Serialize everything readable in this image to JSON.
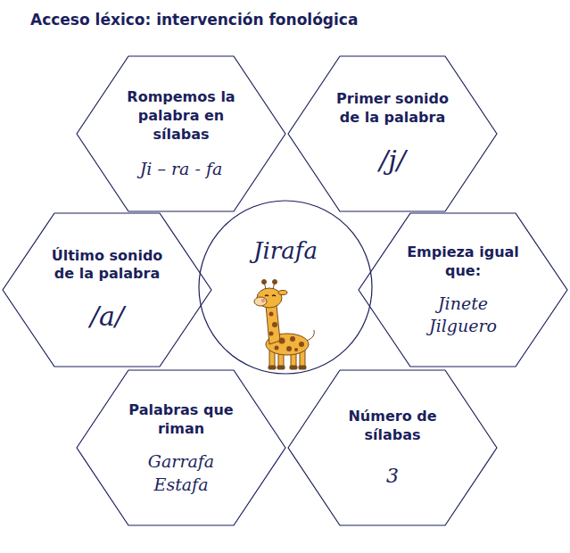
{
  "diagram": {
    "title": "Acceso léxico: intervención fonológica",
    "nodes": [
      {
        "text": [
          "Rompemos la palabra en sílabas",
          "Ji – ra - fa"
        ]
      },
      {
        "text": [
          "Primer sonido de la palabra",
          "/j/"
        ]
      },
      {
        "text": [
          "Último sonido de la palabra",
          "/a/"
        ]
      },
      {
        "text": [
          "Jirafa"
        ]
      },
      {
        "text": [
          "Empieza igual que:",
          "Jinete",
          "Jilguero"
        ]
      },
      {
        "text": [
          "Palabras que riman",
          "Garrafa",
          "Estafa"
        ]
      },
      {
        "text": [
          "Número de sílabas",
          "3"
        ]
      }
    ]
  }
}
